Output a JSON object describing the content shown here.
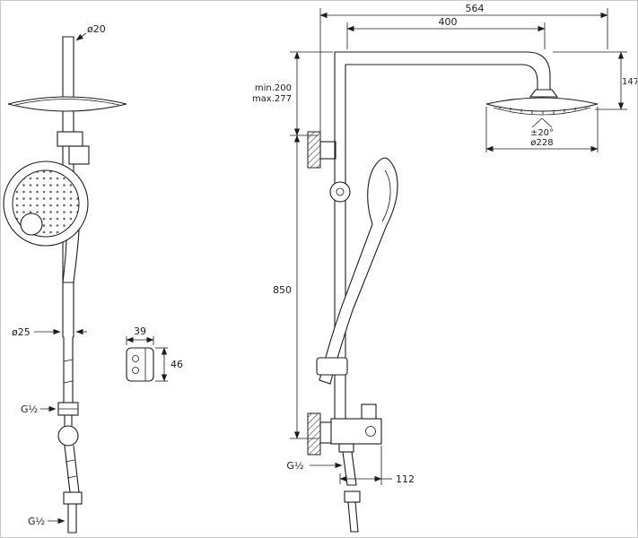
{
  "meta": {
    "title": "Shower column technical dimension drawing",
    "background": "#ffffff",
    "line_color": "#1c1c1c"
  },
  "left_view": {
    "dim_top_diameter": "ø20",
    "dim_riser_diameter": "ø25",
    "dim_hose_thread": "G½",
    "dim_inlet_thread": "G½"
  },
  "bracket_detail": {
    "dim_width": "39",
    "dim_height": "46"
  },
  "front_view": {
    "dim_overall_width": "564",
    "dim_arm_reach": "400",
    "dim_head_drop": "147",
    "dim_head_tilt": "±20°",
    "dim_head_diameter": "ø228",
    "dim_mount_min": "min.200",
    "dim_mount_max": "max.277",
    "dim_column_height": "850",
    "dim_outlet_thread": "G½",
    "dim_outlet_offset": "112"
  }
}
